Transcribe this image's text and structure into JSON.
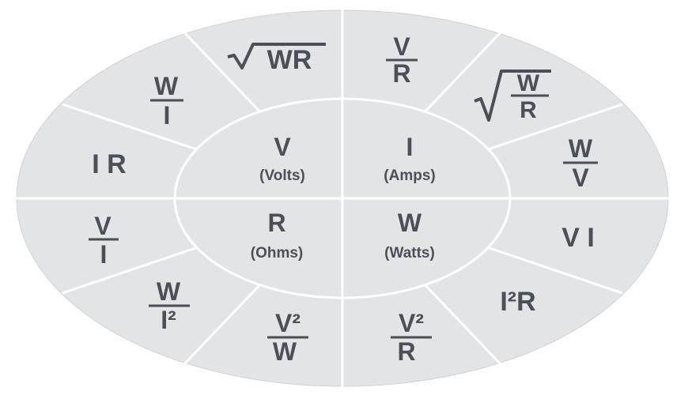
{
  "quantities": {
    "voltage": {
      "symbol": "V",
      "unit": "(Volts)"
    },
    "current": {
      "symbol": "I",
      "unit": "(Amps)"
    },
    "resistance": {
      "symbol": "R",
      "unit": "(Ohms)"
    },
    "power": {
      "symbol": "W",
      "unit": "(Watts)"
    }
  },
  "formulas": {
    "v_sqrt_wr": "WR",
    "v_w_over_i": {
      "num": "W",
      "den": "I"
    },
    "v_ir": "I R",
    "r_v_over_i": {
      "num": "V",
      "den": "I"
    },
    "r_w_over_i2": {
      "num": "W",
      "den": "I²"
    },
    "r_v2_over_w": {
      "num": "V²",
      "den": "W"
    },
    "w_v2_over_r": {
      "num": "V²",
      "den": "R"
    },
    "w_i2r": "I²R",
    "w_vi": "V I",
    "i_w_over_v": {
      "num": "W",
      "den": "V"
    },
    "i_sqrt_w_over_r": {
      "num": "W",
      "den": "R"
    },
    "i_v_over_r": {
      "num": "V",
      "den": "R"
    }
  },
  "colors": {
    "segment": "#e3e4e6",
    "line": "#ffffff",
    "text": "#4a4f58"
  }
}
